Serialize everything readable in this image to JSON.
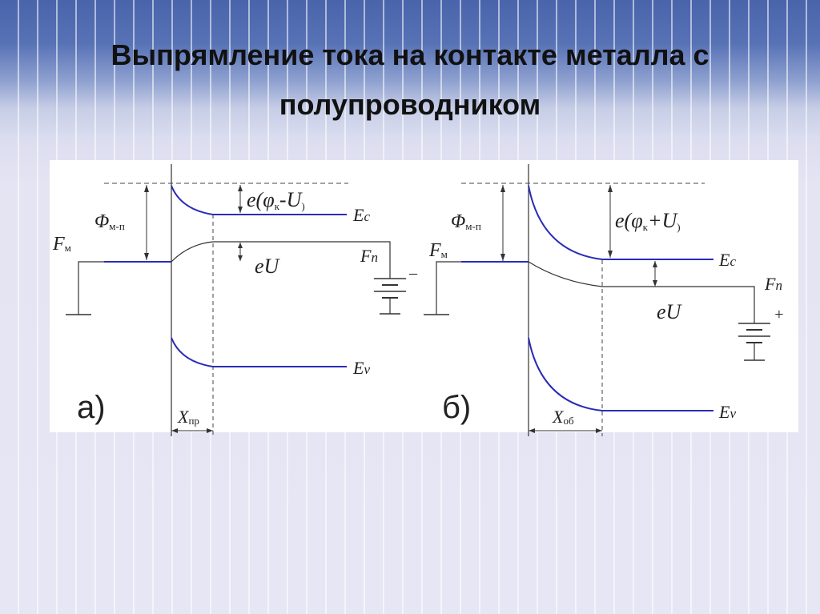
{
  "title": {
    "line1": "Выпрямление тока на контакте металла с",
    "line2": "полупроводником"
  },
  "diagram_a": {
    "panel_label": "а)",
    "phi_main": "Φ",
    "phi_sub": "м-п",
    "fm_main": "F",
    "fm_sub": "м",
    "barrier_label": "e(φ",
    "barrier_sub": "к",
    "barrier_tail": "-U",
    "barrier_close": ")",
    "eu_label": "eU",
    "ec_main": "E",
    "ec_sub": "c",
    "fn_main": "F",
    "fn_sub": "n",
    "ev_main": "E",
    "ev_sub": "v",
    "x_main": "X",
    "x_sub": "пр",
    "battery_sign": "–"
  },
  "diagram_b": {
    "panel_label": "б)",
    "phi_main": "Φ",
    "phi_sub": "м-п",
    "fm_main": "F",
    "fm_sub": "м",
    "barrier_label": "e(φ",
    "barrier_sub": "к",
    "barrier_tail": "+U",
    "barrier_close": ")",
    "eu_label": "eU",
    "ec_main": "E",
    "ec_sub": "c",
    "fn_main": "F",
    "fn_sub": "n",
    "ev_main": "E",
    "ev_sub": "v",
    "x_main": "X",
    "x_sub": "об",
    "battery_sign": "+"
  },
  "colors": {
    "band_line": "#2b2bb8",
    "thin_line": "#333333",
    "dashed_line": "#444444"
  }
}
